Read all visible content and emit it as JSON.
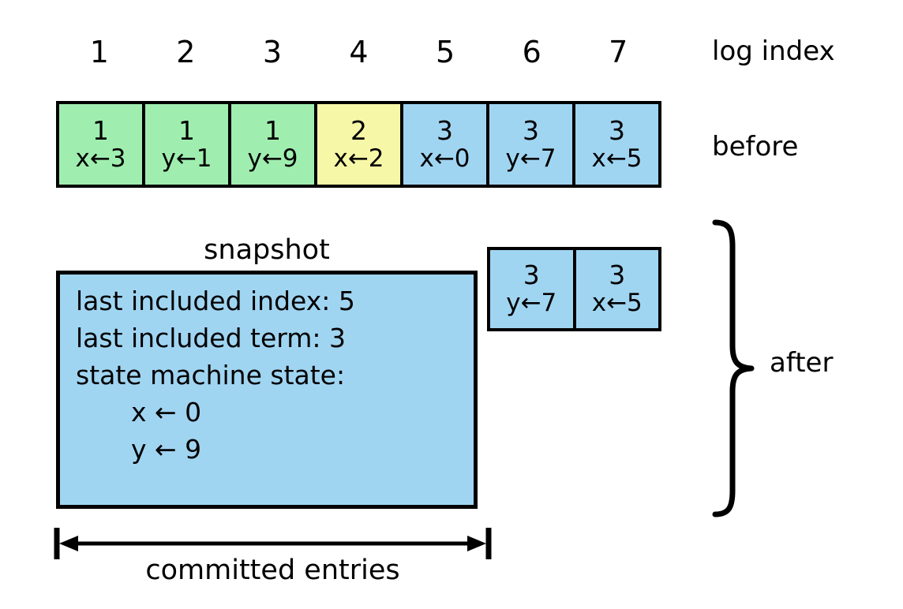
{
  "diagram": {
    "title": "raft-log-compaction-snapshot",
    "colors": {
      "green": "#9FEEB0",
      "yellow": "#F7F7A8",
      "blue": "#A0D5F2",
      "stroke": "#000000",
      "background": "#FFFFFF"
    }
  },
  "labels": {
    "log_index": "log index",
    "before": "before",
    "after": "after",
    "snapshot": "snapshot",
    "committed_entries": "committed entries"
  },
  "log_index_row": [
    "1",
    "2",
    "3",
    "4",
    "5",
    "6",
    "7"
  ],
  "before_log": [
    {
      "index": "1",
      "term": "1",
      "command": "x←3",
      "color": "green"
    },
    {
      "index": "2",
      "term": "1",
      "command": "y←1",
      "color": "green"
    },
    {
      "index": "3",
      "term": "1",
      "command": "y←9",
      "color": "green"
    },
    {
      "index": "4",
      "term": "2",
      "command": "x←2",
      "color": "yellow"
    },
    {
      "index": "5",
      "term": "3",
      "command": "x←0",
      "color": "blue"
    },
    {
      "index": "6",
      "term": "3",
      "command": "y←7",
      "color": "blue"
    },
    {
      "index": "7",
      "term": "3",
      "command": "x←5",
      "color": "blue"
    }
  ],
  "after_log": [
    {
      "index": "6",
      "term": "3",
      "command": "y←7",
      "color": "blue"
    },
    {
      "index": "7",
      "term": "3",
      "command": "x←5",
      "color": "blue"
    }
  ],
  "snapshot": {
    "lines": [
      "last included index: 5",
      "last included term: 3",
      "state machine state:"
    ],
    "state_machine": [
      "x ← 0",
      "y ← 9"
    ]
  }
}
